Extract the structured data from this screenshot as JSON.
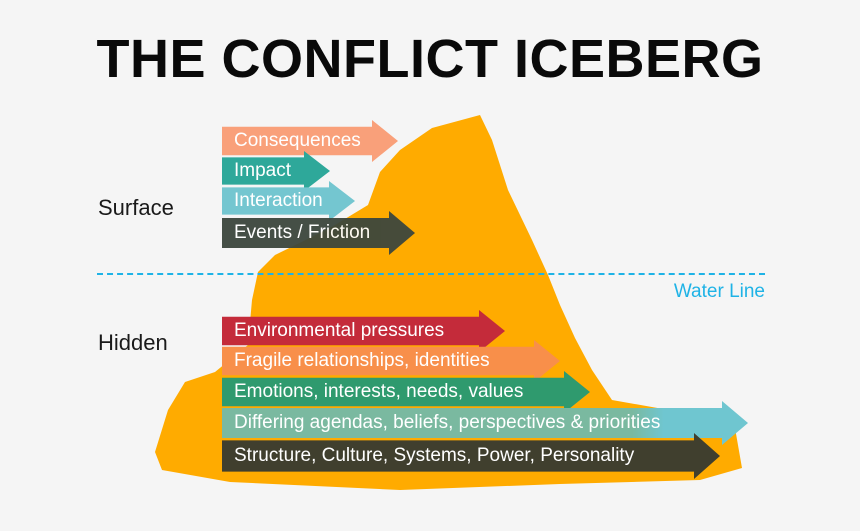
{
  "title": "THE CONFLICT ICEBERG",
  "labels": {
    "surface": "Surface",
    "hidden": "Hidden",
    "water_line": "Water Line"
  },
  "colors": {
    "iceberg": "#ffab00",
    "water_line": "#1fb3e6"
  },
  "surface_arrows": [
    {
      "label": "Consequences",
      "color": "#f9a07a"
    },
    {
      "label": "Impact",
      "color": "#2ea89a"
    },
    {
      "label": "Interaction",
      "color": "#74c6d0"
    },
    {
      "label": "Events / Friction",
      "color": "#3c463d"
    }
  ],
  "hidden_arrows": [
    {
      "label": "Environmental pressures",
      "color": "#c42b3a"
    },
    {
      "label": "Fragile relationships, identities",
      "color": "#f88f4a"
    },
    {
      "label": "Emotions, interests, needs, values",
      "color": "#2f9a6e"
    },
    {
      "label": "Differing agendas, beliefs, perspectives & priorities",
      "color": "#7ab9a0"
    },
    {
      "label": "Structure, Culture, Systems, Power, Personality",
      "color": "#403f2e"
    }
  ]
}
